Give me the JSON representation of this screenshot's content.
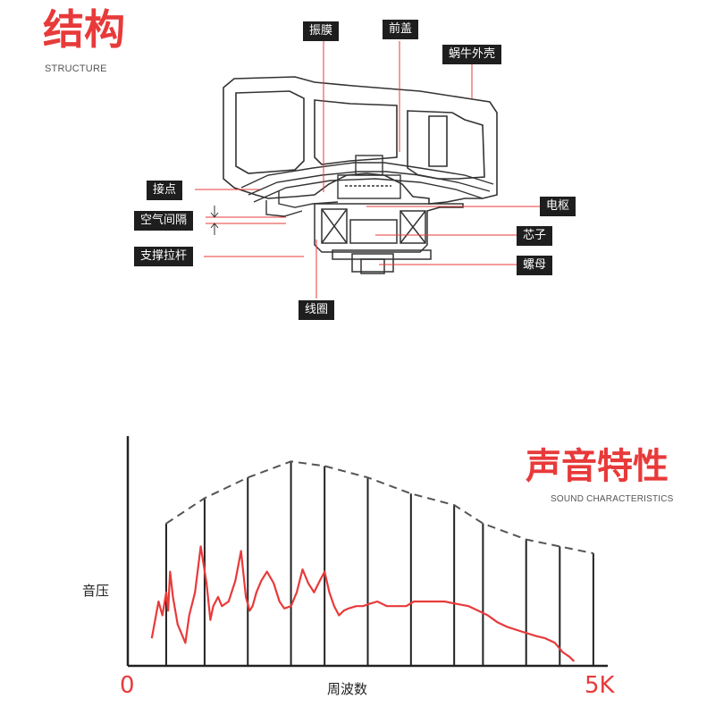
{
  "structure": {
    "title": "结构",
    "subtitle": "STRUCTURE",
    "labels": {
      "diaphragm": "振膜",
      "front_cover": "前盖",
      "snail_shell": "蜗牛外壳",
      "contact": "接点",
      "air_gap": "空气间隔",
      "support_rod": "支撑拉杆",
      "armature": "电枢",
      "core": "芯子",
      "nut": "螺母",
      "coil": "线圈"
    },
    "colors": {
      "accent": "#e83a3a",
      "leader": "#e83a3a",
      "label_bg": "#1e1e1e"
    }
  },
  "sound": {
    "title": "声音特性",
    "subtitle": "SOUND CHARACTERISTICS"
  },
  "chart_data": {
    "type": "line",
    "ylabel": "音压",
    "xlabel": "周波数",
    "x_start_label": "0",
    "x_end_label": "5K",
    "xlim": [
      0,
      5000
    ],
    "ylim": [
      0,
      100
    ],
    "grid": "vertical lines",
    "series": [
      {
        "style": "dashed",
        "color": "#555555",
        "x": [
          400,
          800,
          1250,
          1700,
          2050,
          2500,
          2950,
          3400,
          3700,
          4150,
          4500,
          4850
        ],
        "values": [
          62,
          73,
          82,
          89,
          87,
          82,
          75,
          70,
          62,
          55,
          52,
          49
        ]
      },
      {
        "style": "solid",
        "color": "#e83a3a",
        "x": [
          250,
          320,
          360,
          400,
          420,
          440,
          470,
          520,
          600,
          640,
          700,
          760,
          820,
          860,
          890,
          940,
          980,
          1050,
          1120,
          1180,
          1230,
          1270,
          1300,
          1340,
          1390,
          1450,
          1520,
          1580,
          1630,
          1700,
          1760,
          1820,
          1880,
          1940,
          2000,
          2050,
          2100,
          2150,
          2200,
          2250,
          2300,
          2380,
          2450,
          2520,
          2600,
          2700,
          2800,
          2900,
          2980,
          3100,
          3200,
          3300,
          3420,
          3550,
          3650,
          3750,
          3850,
          3950,
          4100,
          4250,
          4350,
          4450,
          4530,
          4600,
          4650
        ],
        "values": [
          12,
          28,
          22,
          32,
          24,
          41,
          30,
          18,
          10,
          22,
          32,
          52,
          36,
          20,
          26,
          30,
          26,
          28,
          37,
          50,
          30,
          24,
          26,
          32,
          37,
          41,
          36,
          28,
          25,
          26,
          32,
          42,
          36,
          32,
          37,
          41,
          32,
          26,
          22,
          24,
          25,
          26,
          26,
          27,
          28,
          26,
          26,
          26,
          28,
          28,
          28,
          28,
          27,
          26,
          24,
          22,
          19,
          17,
          15,
          13,
          12,
          10,
          6,
          4,
          2
        ]
      }
    ]
  }
}
